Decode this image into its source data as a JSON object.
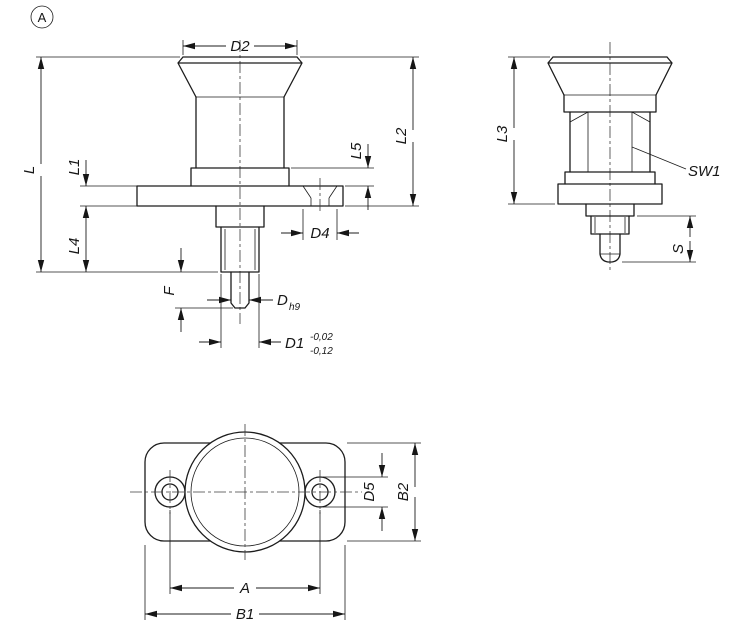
{
  "drawing": {
    "view_marker": "A",
    "colors": {
      "line": "#1c1c1c",
      "centerline": "#3c3c3c",
      "background": "#ffffff"
    },
    "front_view": {
      "dims": {
        "d2": "D2",
        "l": "L",
        "l1": "L1",
        "l4": "L4",
        "f": "F",
        "d": "D",
        "d_fit": "h9",
        "d1": "D1",
        "d1_tol_upper": "-0,02",
        "d1_tol_lower": "-0,12",
        "l5": "L5",
        "l2": "L2",
        "d4": "D4"
      }
    },
    "side_view": {
      "dims": {
        "l3": "L3",
        "sw1": "SW1",
        "s": "S"
      }
    },
    "bottom_view": {
      "dims": {
        "d5": "D5",
        "b2": "B2",
        "a": "A",
        "b1": "B1"
      }
    }
  }
}
